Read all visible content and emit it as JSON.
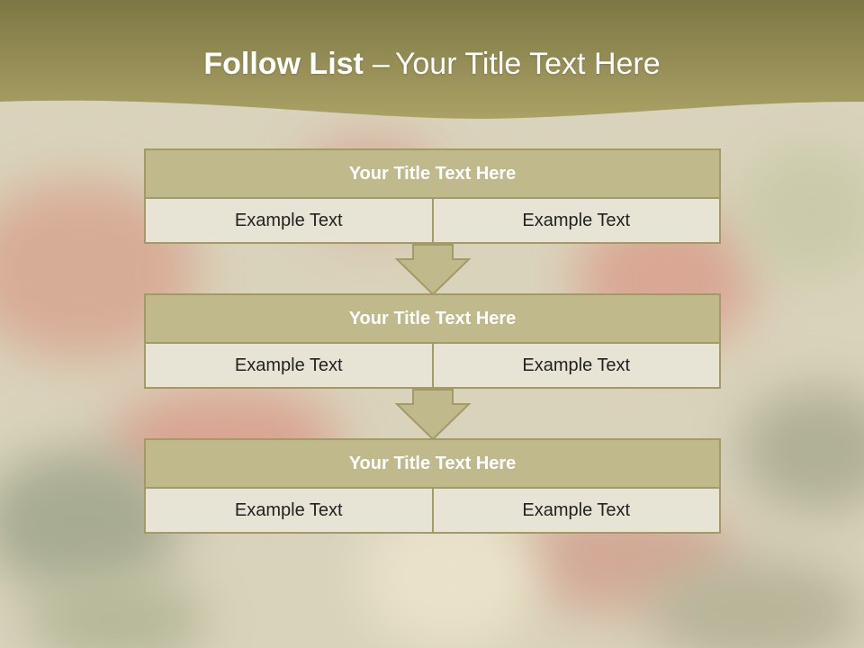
{
  "slide": {
    "title_bold": "Follow List",
    "title_separator": "–",
    "title_rest": "Your Title Text Here"
  },
  "steps": [
    {
      "title": "Your Title Text Here",
      "cells": [
        "Example Text",
        "Example Text"
      ]
    },
    {
      "title": "Your Title Text Here",
      "cells": [
        "Example Text",
        "Example Text"
      ]
    },
    {
      "title": "Your Title Text Here",
      "cells": [
        "Example Text",
        "Example Text"
      ]
    }
  ],
  "colors": {
    "banner": "#a59c5d",
    "header_fill": "#c0b98b",
    "cell_fill": "#e8e4d5",
    "border": "#a39a68"
  },
  "background": "blurred-pizza-photo"
}
